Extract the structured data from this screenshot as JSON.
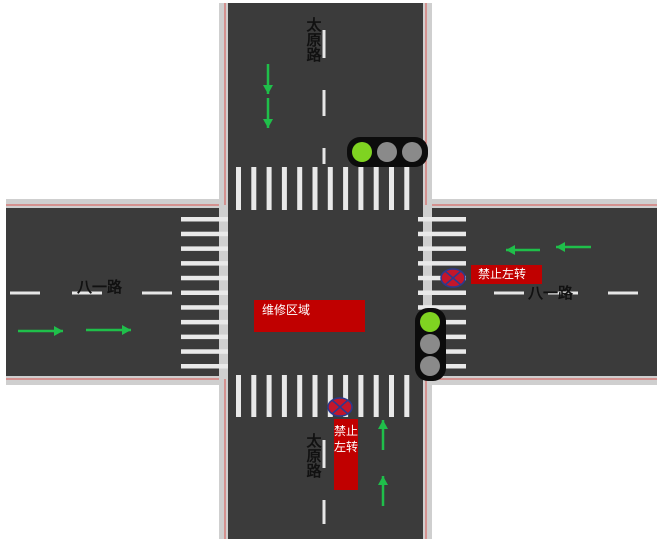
{
  "roads": {
    "north_name": "太原路",
    "south_name": "太原路",
    "west_name": "八一路",
    "east_name": "八一路"
  },
  "signs": {
    "repair_zone": "维修区域",
    "no_left_turn_east": "禁止左转",
    "no_left_turn_south": "禁止左转"
  },
  "traffic_lights": {
    "north": {
      "orientation": "horizontal",
      "lit": "left",
      "lit_color": "#7fd321"
    },
    "east": {
      "orientation": "vertical",
      "lit": "top",
      "lit_color": "#7fd321"
    }
  },
  "colors": {
    "asphalt": "#3b3b3b",
    "arrow": "#1fbf4a",
    "sign_red": "#c00000",
    "ban_icon": "#c4162a"
  }
}
